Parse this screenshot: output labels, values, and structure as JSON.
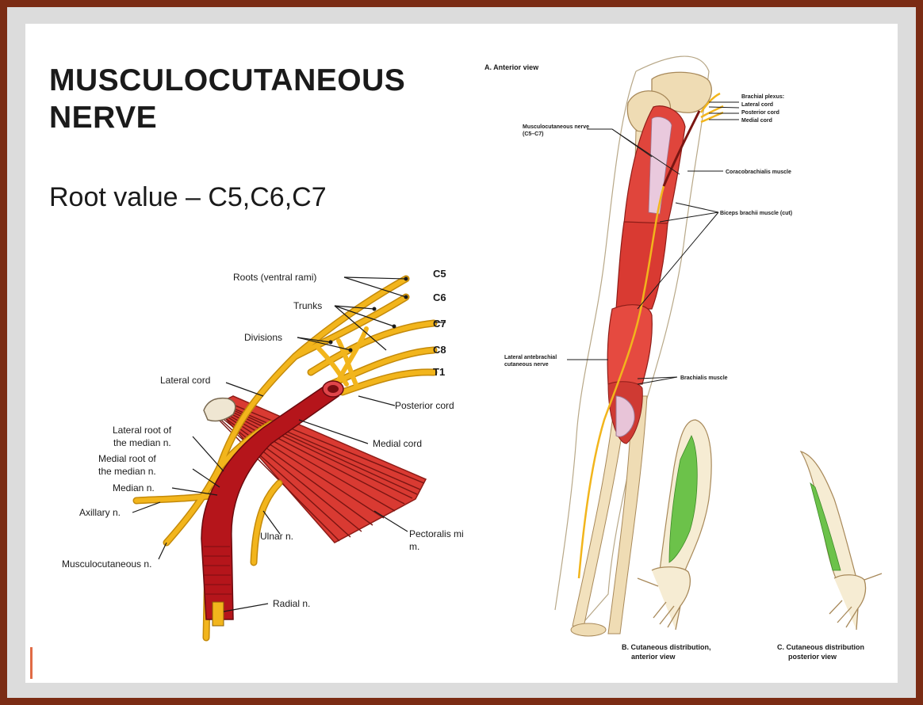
{
  "slide": {
    "title": "MUSCULOCUTANEOUS\nNERVE",
    "root_value": "Root value – C5,C6,C7"
  },
  "plexus_figure": {
    "labels": {
      "roots": "Roots (ventral rami)",
      "trunks": "Trunks",
      "divisions": "Divisions",
      "lateral_cord": "Lateral cord",
      "posterior_cord": "Posterior cord",
      "medial_cord": "Medial cord",
      "lateral_root_1": "Lateral root of",
      "lateral_root_2": "the median n.",
      "medial_root_1": "Medial root of",
      "medial_root_2": "the median n.",
      "median": "Median n.",
      "axillary": "Axillary n.",
      "musculocutaneous": "Musculocutaneous n.",
      "ulnar": "Ulnar n.",
      "pectoralis_1": "Pectoralis mi",
      "pectoralis_2": "m.",
      "radial": "Radial n."
    },
    "spinal_levels": [
      "C5",
      "C6",
      "C7",
      "C8",
      "T1"
    ]
  },
  "arm_figure": {
    "labels": {
      "view_a": "A. Anterior view",
      "brachial_plexus": "Brachial plexus:",
      "lateral_cord": "Lateral cord",
      "posterior_cord": "Posterior cord",
      "medial_cord": "Medial cord",
      "musculocutaneous_1": "Musculocutaneous nerve",
      "musculocutaneous_2": "(C5–C7)",
      "coracobrachialis": "Coracobrachialis muscle",
      "biceps": "Biceps brachii muscle (cut)",
      "lateral_antebrachial_1": "Lateral antebrachial",
      "lateral_antebrachial_2": "cutaneous nerve",
      "brachialis": "Brachialis muscle",
      "view_b_1": "B. Cutaneous distribution,",
      "view_b_2": "anterior view",
      "view_c_1": "C. Cutaneous distribution",
      "view_c_2": "posterior view"
    }
  },
  "colors": {
    "nerve": "#f2b51c",
    "muscle": "#d93a32",
    "artery": "#b5151b",
    "bone": "#efdcb4",
    "skin_area": "#6cc24a",
    "frame": "#7b2c14",
    "accent": "#e06b45"
  }
}
